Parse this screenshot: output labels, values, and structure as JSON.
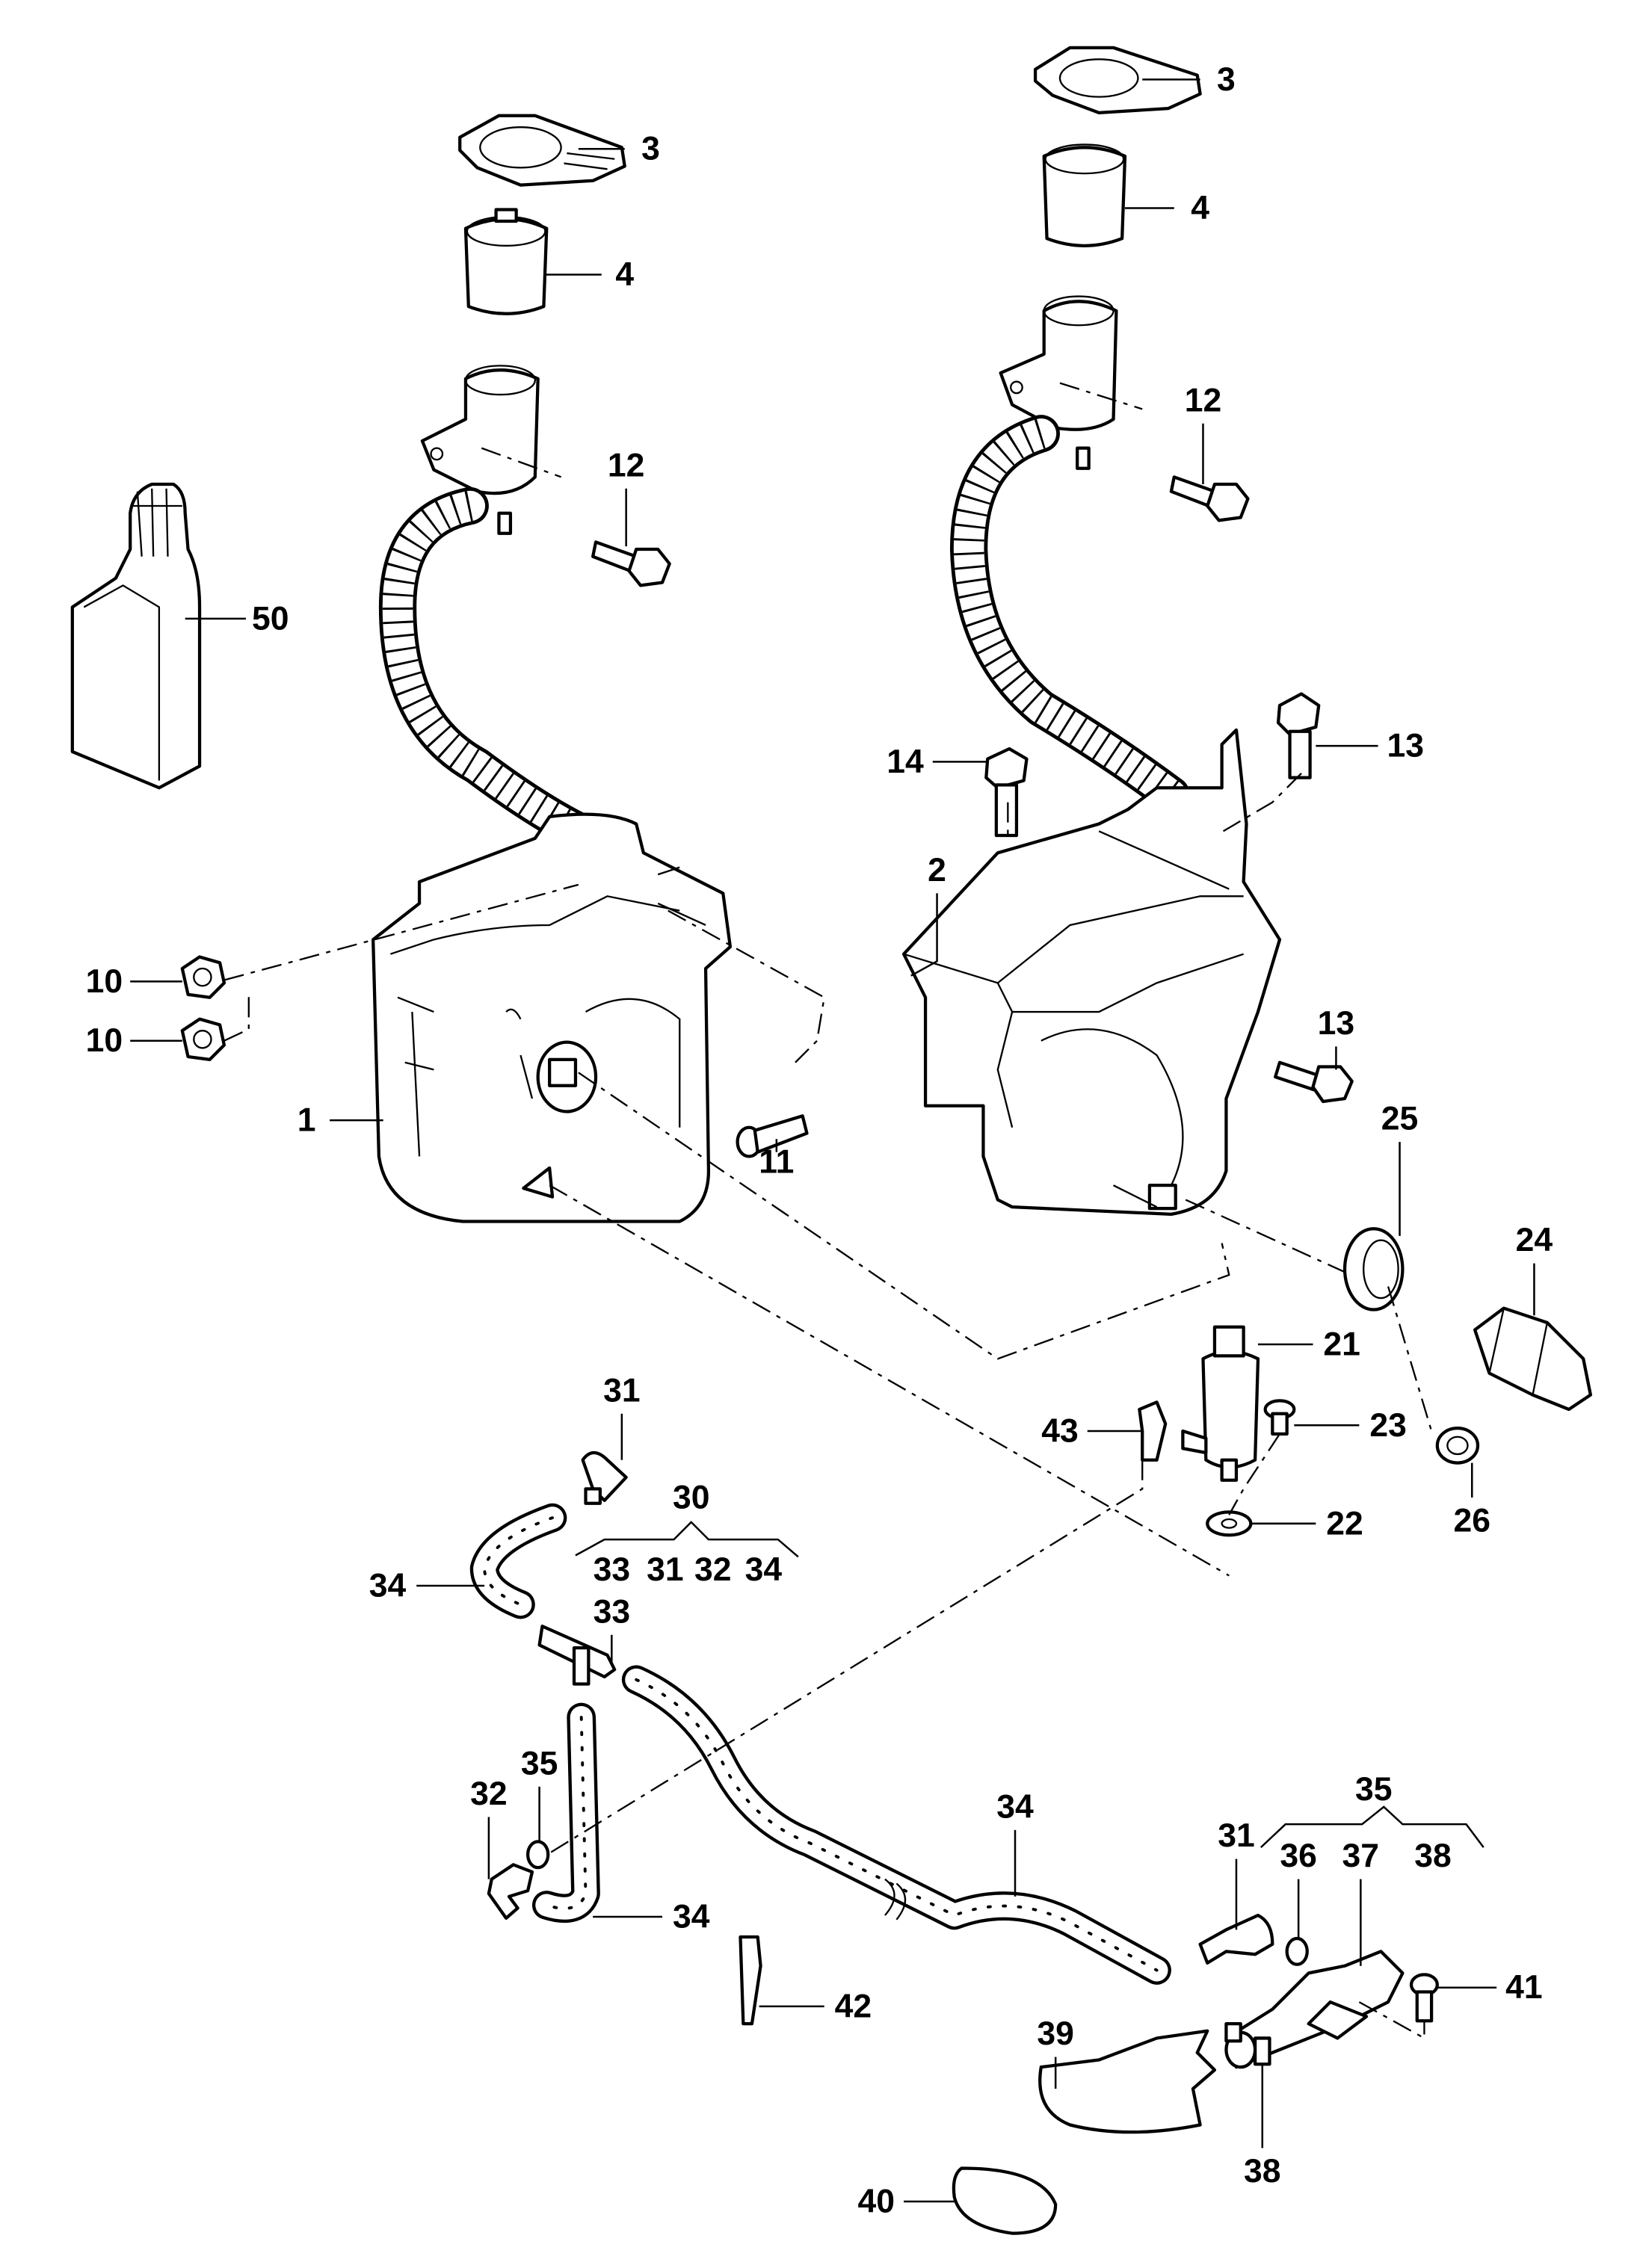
{
  "title": "Windscreen washer reservoir exploded parts diagram",
  "labels": {
    "l3a": "3",
    "l4a": "4",
    "l12a": "12",
    "l50": "50",
    "l10a": "10",
    "l10b": "10",
    "l1": "1",
    "l11": "11",
    "l3b": "3",
    "l4b": "4",
    "l12b": "12",
    "l14": "14",
    "l13a": "13",
    "l2": "2",
    "l13b": "13",
    "l25": "25",
    "l24": "24",
    "l21": "21",
    "l23": "23",
    "l43": "43",
    "l22": "22",
    "l26": "26",
    "l31a": "31",
    "l30": "30",
    "l34a": "34",
    "l33": "33",
    "l35a": "35",
    "l32": "32",
    "l34b": "34",
    "l34c": "34",
    "l42": "42",
    "l31b": "31",
    "l35b": "35",
    "l36": "36",
    "l37": "37",
    "l38a": "38",
    "l41": "41",
    "l39": "39",
    "l38b": "38",
    "l40": "40"
  },
  "groups": {
    "kit30": [
      "33",
      "31",
      "32",
      "34"
    ],
    "kit35": [
      "36",
      "37",
      "38"
    ]
  }
}
